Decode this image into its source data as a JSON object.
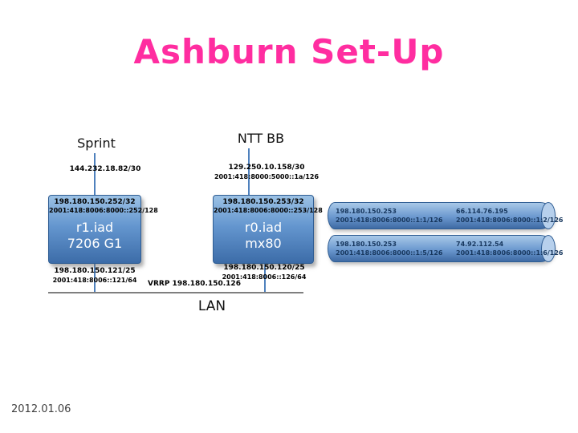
{
  "slide": {
    "title": "Ashburn Set-Up",
    "date": "2012.01.06"
  },
  "isps": [
    {
      "name": "Sprint",
      "uplink_ipv4": "144.232.18.82/30"
    },
    {
      "name": "NTT BB",
      "uplink_ipv4": "129.250.10.158/30",
      "uplink_ipv6": "2001:418:8000:5000::1a/126"
    }
  ],
  "routers": [
    {
      "wan_ipv4": "198.180.150.252/32",
      "wan_ipv6": "2001:418:8006:8000::252/128",
      "name": "r1.iad",
      "model": "7206 G1",
      "lan_ipv4": "198.180.150.121/25",
      "lan_ipv6": "2001:418:8006::121/64"
    },
    {
      "wan_ipv4": "198.180.150.253/32",
      "wan_ipv6": "2001:418:8006:8000::253/128",
      "name": "r0.iad",
      "model": "mx80",
      "lan_ipv4": "198.180.150.120/25",
      "lan_ipv6": "2001:418:8006::126/64"
    }
  ],
  "lan": {
    "label": "LAN",
    "vrrp_label": "VRRP 198.180.150.126"
  },
  "tunnels": [
    {
      "left_ipv4": "198.180.150.253",
      "left_ipv6": "2001:418:8006:8000::1:1/126",
      "right_ipv4": "66.114.76.195",
      "right_ipv6": "2001:418:8006:8000::1:2/126"
    },
    {
      "left_ipv4": "198.180.150.253",
      "left_ipv6": "2001:418:8006:8000::1:5/126",
      "right_ipv4": "74.92.112.54",
      "right_ipv6": "2001:418:8006:8000::1:6/126"
    }
  ],
  "colors": {
    "title_pink": "#ff2da0",
    "accent_blue": "#4f81bd",
    "cylinder_text_navy": "#17375e"
  }
}
